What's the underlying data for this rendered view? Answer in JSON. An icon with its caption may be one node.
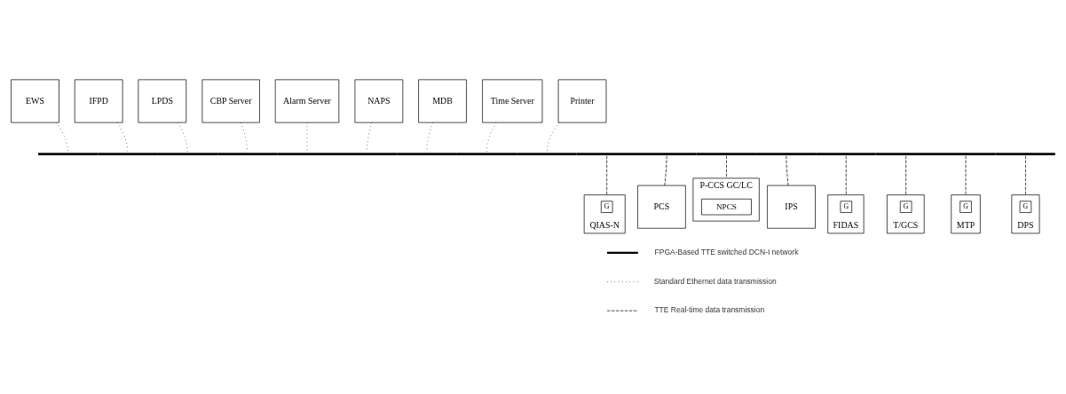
{
  "diagram": {
    "nodes": [
      {
        "text": [
          "EWS"
        ]
      },
      {
        "text": [
          "IFPD"
        ]
      },
      {
        "text": [
          "LPDS"
        ]
      },
      {
        "text": [
          "CBP Server"
        ]
      },
      {
        "text": [
          "Alarm Server"
        ]
      },
      {
        "text": [
          "NAPS"
        ]
      },
      {
        "text": [
          "MDB"
        ]
      },
      {
        "text": [
          "Time Server"
        ]
      },
      {
        "text": [
          "Printer"
        ]
      },
      {
        "text": [],
        "shape": "bar"
      },
      {
        "text": [
          "QIAS-N"
        ]
      },
      {
        "text": [
          "G"
        ],
        "in": 10
      },
      {
        "text": [
          "PCS"
        ]
      },
      {
        "text": [
          "P-CCS GC/LC"
        ]
      },
      {
        "text": [
          "NPCS"
        ],
        "in": 13
      },
      {
        "text": [
          "IPS"
        ]
      },
      {
        "text": [
          "FIDAS"
        ]
      },
      {
        "text": [
          "G"
        ],
        "in": 16
      },
      {
        "text": [
          "T/GCS"
        ]
      },
      {
        "text": [
          "G"
        ],
        "in": 18
      },
      {
        "text": [
          "MTP"
        ]
      },
      {
        "text": [
          "G"
        ],
        "in": 20
      },
      {
        "text": [
          "DPS"
        ]
      },
      {
        "text": [
          "G"
        ],
        "in": 22
      }
    ],
    "edges": [
      {
        "from": 0,
        "to": 9,
        "arrow": "none"
      },
      {
        "from": 1,
        "to": 9,
        "arrow": "none"
      },
      {
        "from": 2,
        "to": 9,
        "arrow": "none"
      },
      {
        "from": 3,
        "to": 9,
        "arrow": "none"
      },
      {
        "from": 4,
        "to": 9,
        "arrow": "none"
      },
      {
        "from": 5,
        "to": 9,
        "arrow": "none"
      },
      {
        "from": 6,
        "to": 9,
        "arrow": "none"
      },
      {
        "from": 7,
        "to": 9,
        "arrow": "none"
      },
      {
        "from": 8,
        "to": 9,
        "arrow": "none"
      },
      {
        "from": 9,
        "to": 10,
        "arrow": "none",
        "style": "dashed"
      },
      {
        "from": 9,
        "to": 12,
        "arrow": "none",
        "style": "dashed"
      },
      {
        "from": 9,
        "to": 13,
        "arrow": "none",
        "style": "dashed"
      },
      {
        "from": 9,
        "to": 15,
        "arrow": "none",
        "style": "dashed"
      },
      {
        "from": 9,
        "to": 16,
        "arrow": "none",
        "style": "dashed"
      },
      {
        "from": 9,
        "to": 18,
        "arrow": "none",
        "style": "dashed"
      },
      {
        "from": 9,
        "to": 20,
        "arrow": "none",
        "style": "dashed"
      },
      {
        "from": 9,
        "to": 22,
        "arrow": "none",
        "style": "dashed"
      }
    ],
    "legend": [
      {
        "text": "FPGA-Based TTE switched DCN-I network"
      },
      {
        "text": "Standard Ethernet data transmission"
      },
      {
        "text": "TTE Real-time data transmission"
      }
    ]
  }
}
